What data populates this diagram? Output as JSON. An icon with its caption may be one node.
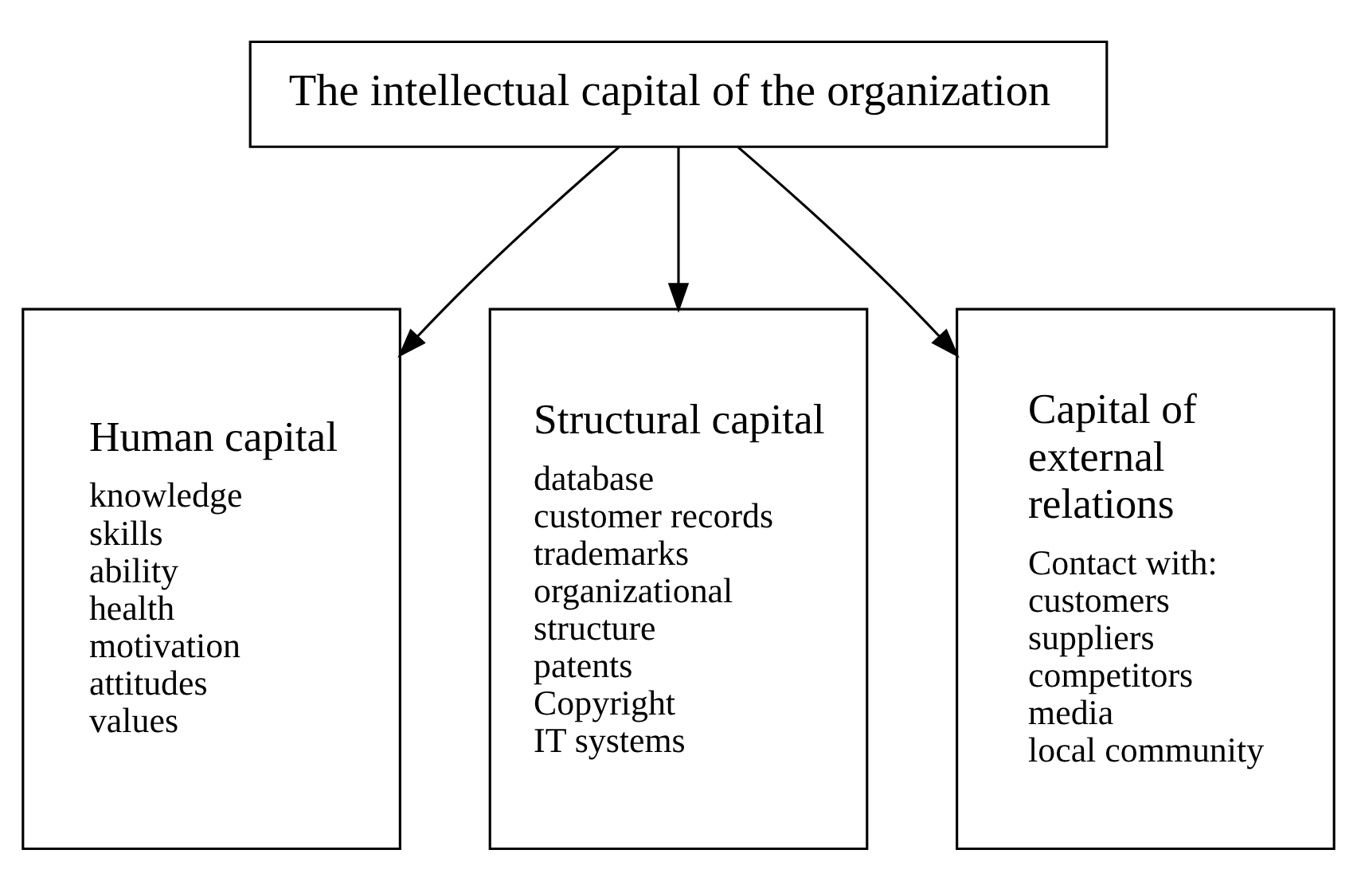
{
  "diagram": {
    "nodes": [
      {
        "text": [
          "The intellectual capital of the organization"
        ]
      },
      {
        "text": [
          "Human capital",
          "knowledge",
          "skills",
          "ability",
          "health",
          "motivation",
          "attitudes",
          "values"
        ]
      },
      {
        "text": [
          "Structural capital",
          "database",
          "customer records",
          "trademarks",
          "organizational structure",
          "patents",
          "Copyright",
          "IT systems"
        ]
      },
      {
        "text": [
          "Capital of external relations",
          "Contact with:",
          "customers",
          "suppliers",
          "competitors",
          "media",
          "local community"
        ]
      }
    ],
    "edges": [
      {
        "from": 0,
        "to": 1,
        "arrow": "to"
      },
      {
        "from": 0,
        "to": 2,
        "arrow": "to"
      },
      {
        "from": 0,
        "to": 3,
        "arrow": "to"
      }
    ]
  }
}
